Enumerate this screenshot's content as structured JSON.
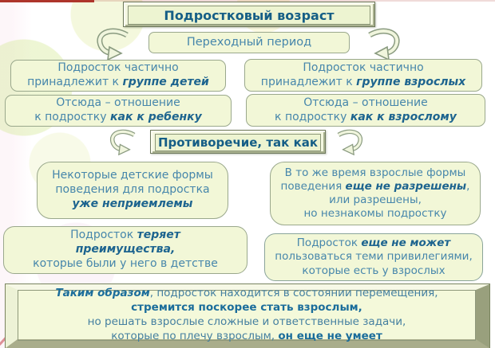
{
  "colors": {
    "box_fill": "#f2f7d7",
    "box_border": "#9aa88c",
    "text_regular": "#4686ab",
    "text_bold": "#1d648f",
    "title_text": "#155e86",
    "slab_bevel_dark": "#99a07d",
    "top_border_red": "#ae352b"
  },
  "icons": {
    "curved_arrow": "curved-arrow-down"
  },
  "diagram": {
    "title": "Подростковый возраст",
    "subtitle": "Переходный период",
    "row1_left": {
      "l1": "Подросток частично",
      "l2a": "принадлежит к ",
      "l2b": "группе детей"
    },
    "row1_right": {
      "l1": "Подросток частично",
      "l2a": "принадлежит к ",
      "l2b": "группе взрослых"
    },
    "row2_left": {
      "l1": "Отсюда – отношение",
      "l2a": "к подростку ",
      "l2b": "как к ребенку"
    },
    "row2_right": {
      "l1": "Отсюда – отношение",
      "l2a": "к подростку ",
      "l2b": "как к  взрослому"
    },
    "contradiction": "Противоречие, так как",
    "row3_left": {
      "l1": "Некоторые детские формы",
      "l2": "поведения для подростка",
      "l3": "уже неприемлемы"
    },
    "row3_right": {
      "l1": "В то же время взрослые формы",
      "l2a": "поведения ",
      "l2b": "еще не разрешены",
      "l2c": ",",
      "l3": "или разрешены,",
      "l4": "но незнакомы подростку"
    },
    "row4_left": {
      "l1a": "Подросток ",
      "l1b": "теряет",
      "l2": "преимущества,",
      "l3": "которые были у него в детстве"
    },
    "row4_right": {
      "l1a": "Подросток ",
      "l1b": "еще не может",
      "l2": "пользоваться теми привилегиями,",
      "l3": "которые есть у взрослых"
    },
    "conclusion": {
      "l1a": "Таким образом",
      "l1b": ", подросток находится в состоянии перемещения,",
      "l2": "стремится поскорее стать взрослым,",
      "l3": "но решать взрослые  сложные и ответственные задачи,",
      "l4a": "которые по плечу взрослым, ",
      "l4b": "он еще не умеет"
    }
  }
}
